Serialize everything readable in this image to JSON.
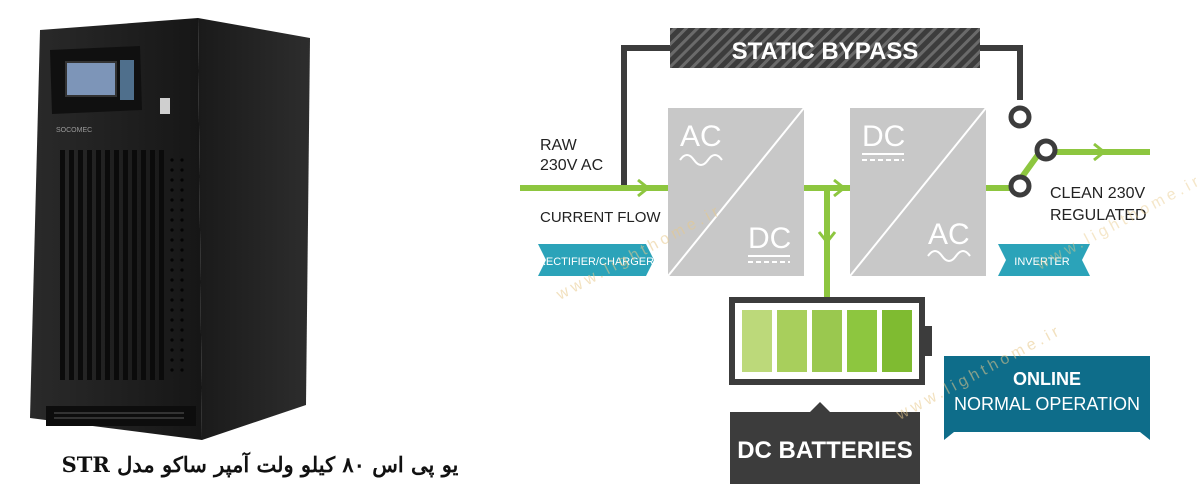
{
  "product": {
    "caption": "یو پی اس ۸۰ کیلو ولت آمپر ساکو مدل STR",
    "front_brand": "SOCOMEC"
  },
  "watermark": "www.lighthome.ir",
  "diagram": {
    "bypass_label": "STATIC BYPASS",
    "input_label_line1": "RAW",
    "input_label_line2": "230V AC",
    "current_flow_label": "CURRENT FLOW",
    "rectifier_tag": "RECTIFIER/CHARGER",
    "inverter_tag": "INVERTER",
    "rectifier_top": "AC",
    "rectifier_bottom": "DC",
    "inverter_top": "DC",
    "inverter_bottom": "AC",
    "output_label_line1": "CLEAN 230V",
    "output_label_line2": "REGULATED",
    "batteries_label": "DC BATTERIES",
    "mode_line1": "ONLINE",
    "mode_line2": "NORMAL OPERATION",
    "battery_cells": 5
  },
  "colors": {
    "flow_green": "#8dc63f",
    "panel_gray": "#c8c8c8",
    "dark": "#3c3c3c",
    "teal": "#2ba3b9",
    "mode_blue": "#0e6d8a"
  }
}
